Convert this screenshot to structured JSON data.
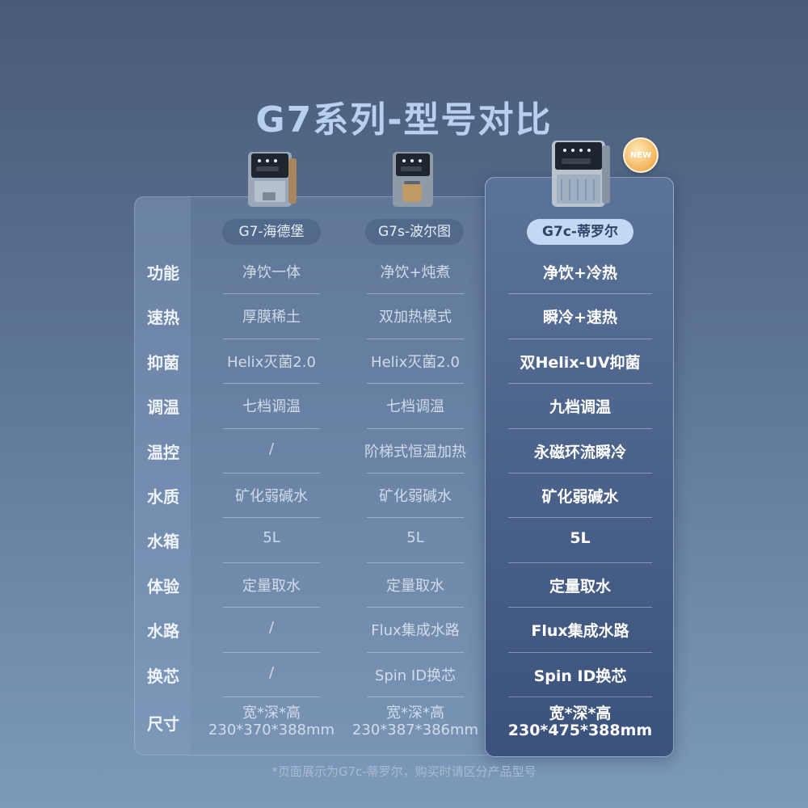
{
  "title": "G7系列-型号对比",
  "badge": "NEW",
  "models": [
    {
      "name": "G7-海德堡",
      "highlight": false
    },
    {
      "name": "G7s-波尔图",
      "highlight": false
    },
    {
      "name": "G7c-蒂罗尔",
      "highlight": true
    }
  ],
  "rows": [
    {
      "label": "功能",
      "values": [
        "净饮一体",
        "净饮+炖煮",
        "净饮+冷热"
      ]
    },
    {
      "label": "速热",
      "values": [
        "厚膜稀土",
        "双加热模式",
        "瞬冷+速热"
      ]
    },
    {
      "label": "抑菌",
      "values": [
        "Helix灭菌2.0",
        "Helix灭菌2.0",
        "双Helix-UV抑菌"
      ]
    },
    {
      "label": "调温",
      "values": [
        "七档调温",
        "七档调温",
        "九档调温"
      ]
    },
    {
      "label": "温控",
      "values": [
        "/",
        "阶梯式恒温加热",
        "永磁环流瞬冷"
      ]
    },
    {
      "label": "水质",
      "values": [
        "矿化弱碱水",
        "矿化弱碱水",
        "矿化弱碱水"
      ]
    },
    {
      "label": "水箱",
      "values": [
        "5L",
        "5L",
        "5L"
      ]
    },
    {
      "label": "体验",
      "values": [
        "定量取水",
        "定量取水",
        "定量取水"
      ]
    },
    {
      "label": "水路",
      "values": [
        "/",
        "Flux集成水路",
        "Flux集成水路"
      ]
    },
    {
      "label": "换芯",
      "values": [
        "/",
        "Spin ID换芯",
        "Spin ID换芯"
      ]
    }
  ],
  "size_row": {
    "label": "尺寸",
    "line1": [
      "宽*深*高",
      "宽*深*高",
      "宽*深*高"
    ],
    "line2": [
      "230*370*388mm",
      "230*387*386mm",
      "230*475*388mm"
    ]
  },
  "footnote": "*页面展示为G7c-蒂罗尔，购买时请区分产品型号",
  "colors": {
    "title": "#b8d0ef",
    "highlight_top": "#5b7398",
    "highlight_bottom": "#3b527c",
    "badge": "#f2b35a"
  },
  "icons": [
    "water-dispenser-g7-image",
    "water-dispenser-g7s-image",
    "water-dispenser-g7c-image",
    "new-badge-icon"
  ]
}
